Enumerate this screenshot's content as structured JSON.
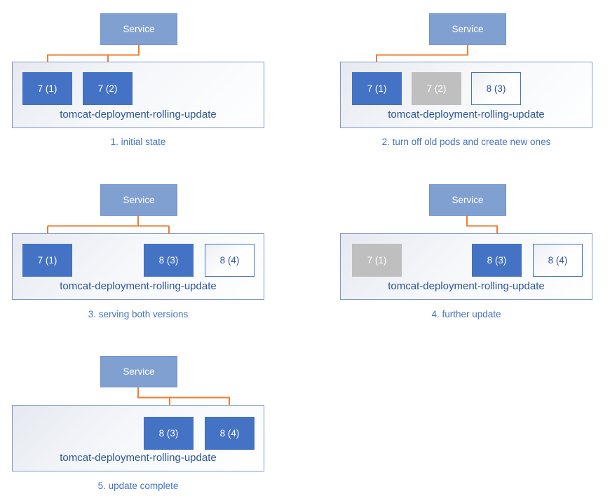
{
  "colors": {
    "service_fill": "#7FA0D1",
    "service_border": "#6E93CC",
    "pod_active": "#4472C4",
    "pod_inactive": "#BFBFBF",
    "pod_pending_border": "#4472C4",
    "pod_pending_text": "#2E5597",
    "arrow": "#ED7D31",
    "deployment_border": "#8096C8",
    "deployment_text": "#2E5597",
    "caption_text": "#4472C4"
  },
  "panels": [
    {
      "caption": "1. initial state",
      "service_label": "Service",
      "deployment_label": "tomcat-deployment-rolling-update",
      "pods": [
        {
          "label": "7 (1)",
          "state": "active"
        },
        {
          "label": "7 (2)",
          "state": "active"
        }
      ]
    },
    {
      "caption": "2. turn off old pods and create new ones",
      "service_label": "Service",
      "deployment_label": "tomcat-deployment-rolling-update",
      "pods": [
        {
          "label": "7 (1)",
          "state": "active"
        },
        {
          "label": "7 (2)",
          "state": "inactive"
        },
        {
          "label": "8 (3)",
          "state": "pending"
        }
      ]
    },
    {
      "caption": "3. serving both versions",
      "service_label": "Service",
      "deployment_label": "tomcat-deployment-rolling-update",
      "pods": [
        {
          "label": "7 (1)",
          "state": "active"
        },
        {
          "label": "8 (3)",
          "state": "active"
        },
        {
          "label": "8 (4)",
          "state": "pending"
        }
      ]
    },
    {
      "caption": "4. further update",
      "service_label": "Service",
      "deployment_label": "tomcat-deployment-rolling-update",
      "pods": [
        {
          "label": "7 (1)",
          "state": "inactive"
        },
        {
          "label": "8 (3)",
          "state": "active"
        },
        {
          "label": "8 (4)",
          "state": "pending"
        }
      ]
    },
    {
      "caption": "5. update complete",
      "service_label": "Service",
      "deployment_label": "tomcat-deployment-rolling-update",
      "pods": [
        {
          "label": "8 (3)",
          "state": "active"
        },
        {
          "label": "8 (4)",
          "state": "active"
        }
      ]
    }
  ]
}
